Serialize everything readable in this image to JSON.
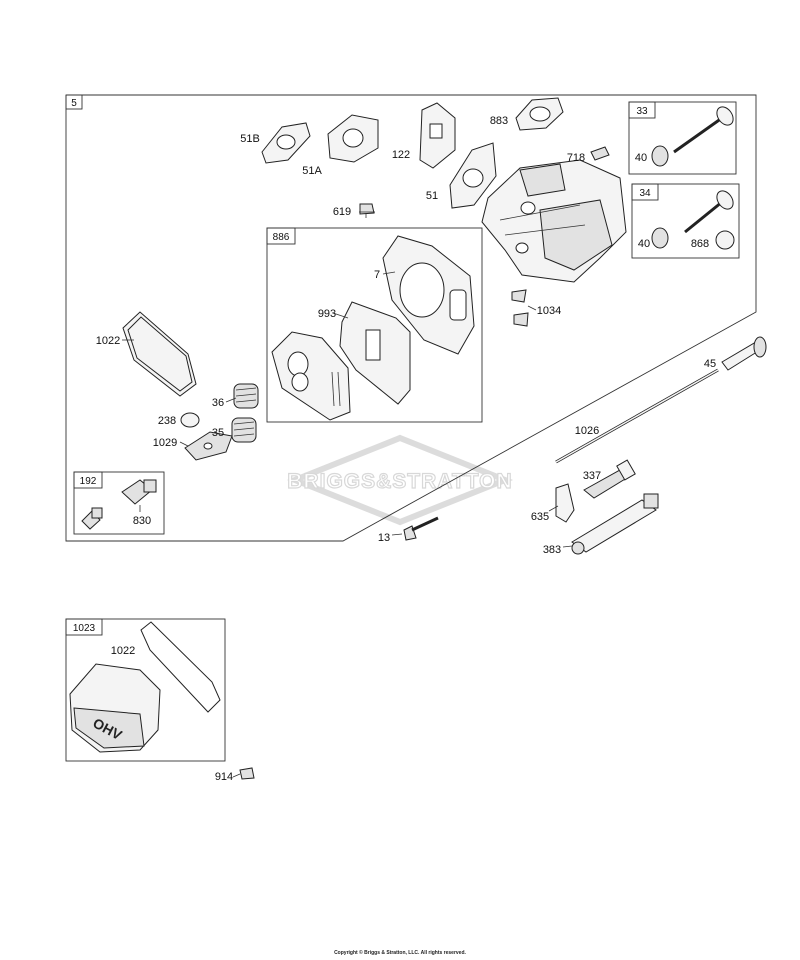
{
  "watermark": "BRIGGS&STRATTON",
  "copyright": "Copyright © Briggs & Stratton, LLC. All rights reserved.",
  "boxes": {
    "main": "5",
    "gasket_set": "886",
    "intake_valve": "33",
    "exhaust_valve": "34",
    "adjuster": "192",
    "cover_kit": "1023"
  },
  "callouts": {
    "p51b": "51B",
    "p51a": "51A",
    "p122": "122",
    "p883": "883",
    "p718": "718",
    "p51": "51",
    "p619": "619",
    "p7": "7",
    "p993": "993",
    "p1034": "1034",
    "p1022": "1022",
    "p36": "36",
    "p238": "238",
    "p35": "35",
    "p1029": "1029",
    "p830": "830",
    "p40a": "40",
    "p40b": "40",
    "p868": "868",
    "p45": "45",
    "p1026": "1026",
    "p337": "337",
    "p635": "635",
    "p383": "383",
    "p13": "13",
    "p1022b": "1022",
    "p914": "914"
  },
  "cover_text": "OHV"
}
